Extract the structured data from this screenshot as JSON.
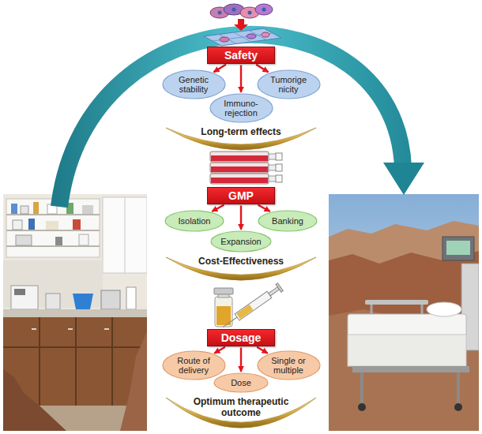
{
  "diagram": {
    "nodes": [
      {
        "text": [
          "Safety"
        ]
      },
      {
        "text": [
          "Genetic stability"
        ]
      },
      {
        "text": [
          "Immuno- rejection"
        ]
      },
      {
        "text": [
          "Tumorige nicity"
        ]
      },
      {
        "text": [
          "Long-term effects"
        ]
      },
      {
        "text": [
          "GMP"
        ]
      },
      {
        "text": [
          "Isolation"
        ]
      },
      {
        "text": [
          "Banking"
        ]
      },
      {
        "text": [
          "Expansion"
        ]
      },
      {
        "text": [
          "Cost-Effectiveness"
        ]
      },
      {
        "text": [
          "Dosage"
        ]
      },
      {
        "text": [
          "Route of delivery"
        ]
      },
      {
        "text": [
          "Single or multiple"
        ]
      },
      {
        "text": [
          "Dose"
        ]
      },
      {
        "text": [
          "Optimum therapeutic outcome"
        ]
      }
    ],
    "edges": [
      {
        "from": 0,
        "to": 1,
        "arrow": "to"
      },
      {
        "from": 0,
        "to": 2,
        "arrow": "to"
      },
      {
        "from": 0,
        "to": 3,
        "arrow": "to"
      },
      {
        "from": 5,
        "to": 6,
        "arrow": "to"
      },
      {
        "from": 5,
        "to": 8,
        "arrow": "to"
      },
      {
        "from": 5,
        "to": 7,
        "arrow": "to"
      },
      {
        "from": 10,
        "to": 11,
        "arrow": "to"
      },
      {
        "from": 10,
        "to": 13,
        "arrow": "to"
      },
      {
        "from": 10,
        "to": 12,
        "arrow": "to"
      }
    ]
  }
}
